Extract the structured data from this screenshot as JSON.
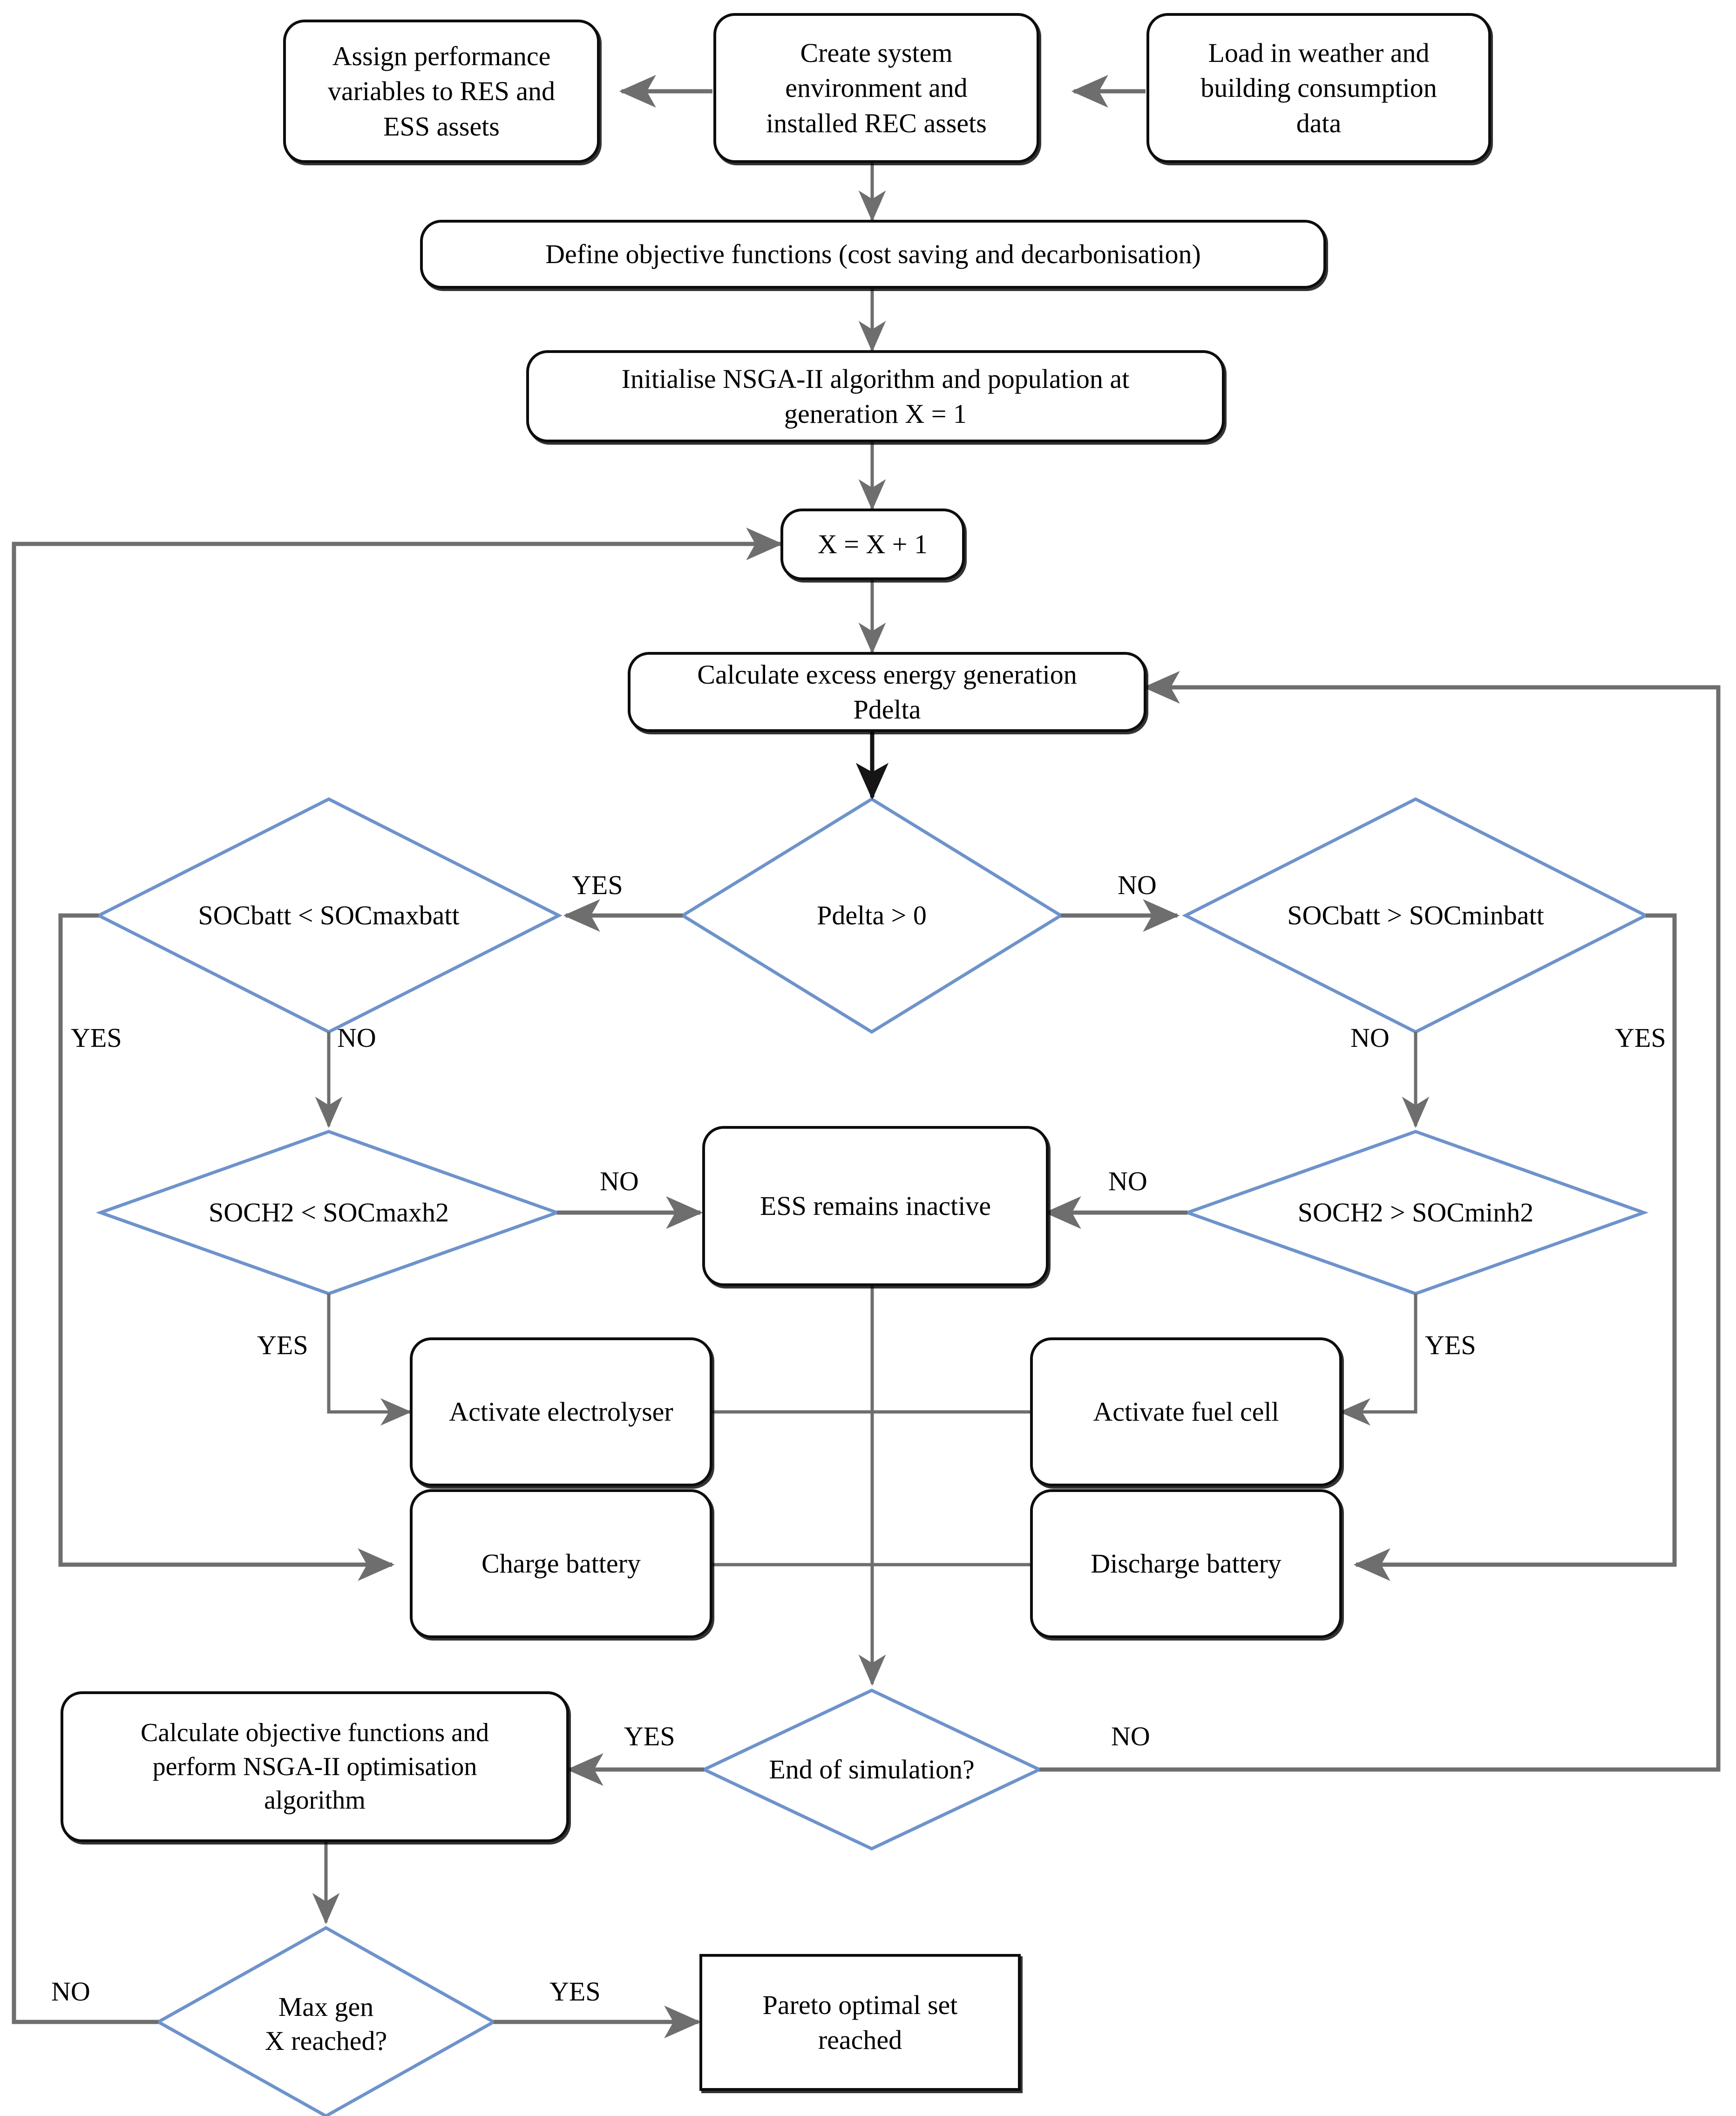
{
  "diagram": {
    "title": "REC energy system optimisation flowchart",
    "colors": {
      "decision_border": "#6E93CB",
      "process_border": "#0D0D0D",
      "edge_line": "#6E6E6E",
      "edge_line_dark": "#3F3F3F",
      "background": "#FFFFFF",
      "text": "#000000"
    }
  },
  "nodes": {
    "load_data": {
      "label": "Load in weather and\nbuilding consumption\ndata",
      "shape": "process"
    },
    "create_env": {
      "label": "Create system\nenvironment and\ninstalled REC assets",
      "shape": "process"
    },
    "assign_vars": {
      "label": "Assign performance\nvariables to RES and\nESS assets",
      "shape": "process"
    },
    "define_obj": {
      "label": "Define objective functions (cost saving and decarbonisation)",
      "shape": "process"
    },
    "init_nsga": {
      "label": "Initialise NSGA-II algorithm and population at\ngeneration X = 1",
      "shape": "process"
    },
    "increment_x": {
      "label": "X = X + 1",
      "shape": "process"
    },
    "calc_excess": {
      "label": "Calculate excess energy generation\nPdelta",
      "shape": "process"
    },
    "pdelta_gt0": {
      "label": "Pdelta > 0",
      "shape": "decision"
    },
    "socbatt_lt_max": {
      "label": "SOCbatt < SOCmaxbatt",
      "shape": "decision"
    },
    "socbatt_gt_min": {
      "label": "SOCbatt > SOCminbatt",
      "shape": "decision"
    },
    "soch2_lt_max": {
      "label": "SOCH2 < SOCmaxh2",
      "shape": "decision"
    },
    "soch2_gt_min": {
      "label": "SOCH2 > SOCminh2",
      "shape": "decision"
    },
    "ess_inactive": {
      "label": "ESS remains inactive",
      "shape": "process"
    },
    "activate_electrolyser": {
      "label": "Activate electrolyser",
      "shape": "process"
    },
    "activate_fuel_cell": {
      "label": "Activate fuel cell",
      "shape": "process"
    },
    "charge_battery": {
      "label": "Charge battery",
      "shape": "process"
    },
    "discharge_battery": {
      "label": "Discharge battery",
      "shape": "process"
    },
    "end_of_sim": {
      "label": "End of simulation?",
      "shape": "decision"
    },
    "calc_objectives": {
      "label": "Calculate objective functions and\nperform NSGA-II optimisation\nalgorithm",
      "shape": "process"
    },
    "max_gen": {
      "label": "Max gen\nX reached?",
      "shape": "decision"
    },
    "pareto": {
      "label": "Pareto optimal set\nreached",
      "shape": "process-sharp"
    }
  },
  "edge_labels": {
    "pdelta_yes": "YES",
    "pdelta_no": "NO",
    "socbatt_max_yes": "YES",
    "socbatt_max_no": "NO",
    "socbatt_min_yes": "YES",
    "socbatt_min_no": "NO",
    "soch2_max_no": "NO",
    "soch2_max_yes": "YES",
    "soch2_min_no": "NO",
    "soch2_min_yes": "YES",
    "endsim_yes": "YES",
    "endsim_no": "NO",
    "maxgen_no": "NO",
    "maxgen_yes": "YES"
  }
}
